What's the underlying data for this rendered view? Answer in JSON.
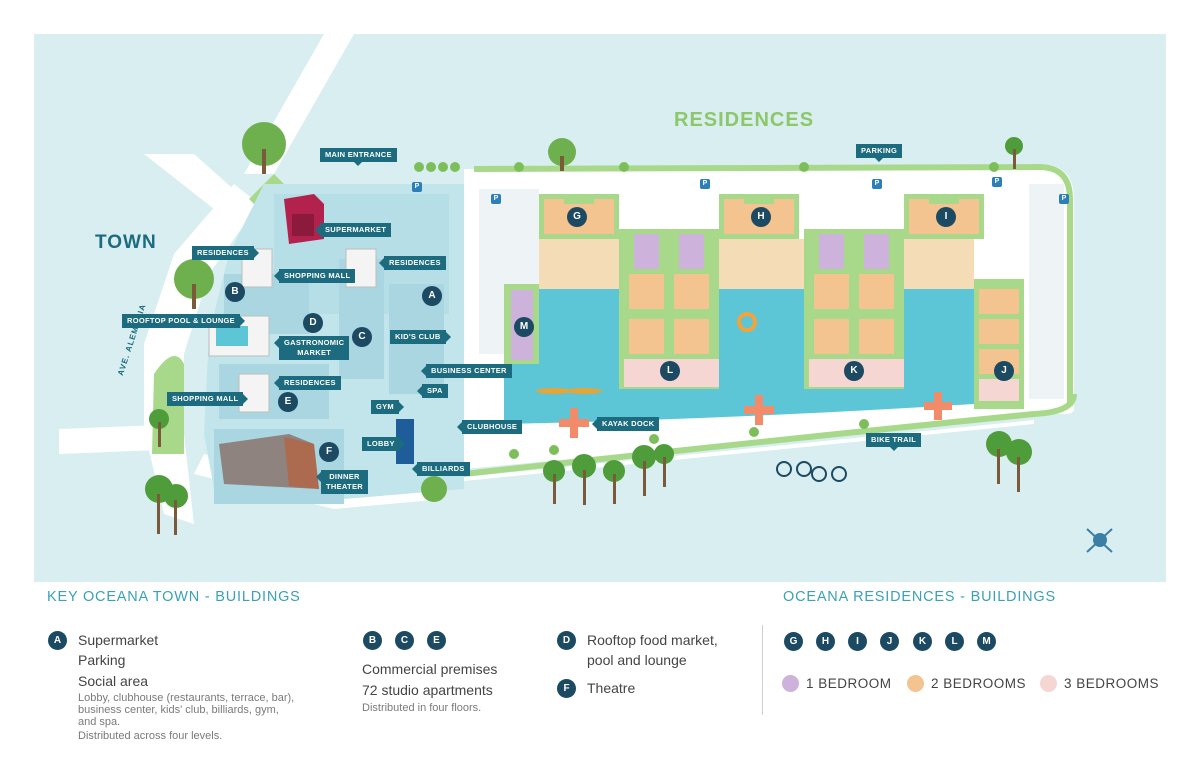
{
  "map": {
    "town_label": "TOWN",
    "residences_label": "RESIDENCES",
    "street_label": "AVE. ALEMANIA",
    "tags": {
      "main_entrance": "MAIN ENTRANCE",
      "parking": "PARKING",
      "supermarket": "SUPERMARKET",
      "residences_1": "RESIDENCES",
      "residences_2": "RESIDENCES",
      "residences_3": "RESIDENCES",
      "shopping_mall_1": "SHOPPING MALL",
      "shopping_mall_2": "SHOPPING MALL",
      "rooftop": "ROOFTOP POOL & LOUNGE",
      "gastronomic_1": "GASTRONOMIC",
      "gastronomic_2": "MARKET",
      "kids_club": "KID'S CLUB",
      "business_center": "BUSINESS CENTER",
      "spa": "SPA",
      "gym": "GYM",
      "clubhouse": "CLUBHOUSE",
      "lobby": "LOBBY",
      "billiards": "BILLIARDS",
      "dinner_1": "DINNER",
      "dinner_2": "THEATER",
      "kayak_dock": "KAYAK DOCK",
      "bike_trail": "BIKE TRAIL"
    },
    "markers": [
      "A",
      "B",
      "C",
      "D",
      "E",
      "F",
      "G",
      "H",
      "I",
      "J",
      "K",
      "L",
      "M"
    ],
    "parking_sign": "P"
  },
  "legend": {
    "town_title": "KEY OCEANA TOWN - BUILDINGS",
    "res_title": "OCEANA RESIDENCES - BUILDINGS",
    "a_marker": "A",
    "a_lines": [
      "Supermarket",
      "Parking",
      "Social area"
    ],
    "a_note": [
      "Lobby, clubhouse (restaurants, terrace, bar),",
      "business center, kids' club, billiards, gym,",
      "and spa.",
      "Distributed across four levels."
    ],
    "bce_markers": [
      "B",
      "C",
      "E"
    ],
    "bce_lines": [
      "Commercial premises",
      "72 studio apartments"
    ],
    "bce_note": "Distributed in four floors.",
    "d_marker": "D",
    "d_lines": [
      "Rooftop food market,",
      "pool and lounge"
    ],
    "f_marker": "F",
    "f_line": "Theatre",
    "res_markers": [
      "G",
      "H",
      "I",
      "J",
      "K",
      "L",
      "M"
    ],
    "bedrooms": [
      {
        "label": "1 BEDROOM",
        "color": "#cdb2dc"
      },
      {
        "label": "2 BEDROOMS",
        "color": "#f3c48f"
      },
      {
        "label": "3 BEDROOMS",
        "color": "#f5d6d2"
      }
    ]
  },
  "colors": {
    "water": "#d8eef0",
    "pool": "#5cc6d6",
    "grass": "#a8d98a",
    "town_area": "#bfe3ea",
    "marker": "#1d4a63",
    "tag": "#1d6b7e"
  }
}
